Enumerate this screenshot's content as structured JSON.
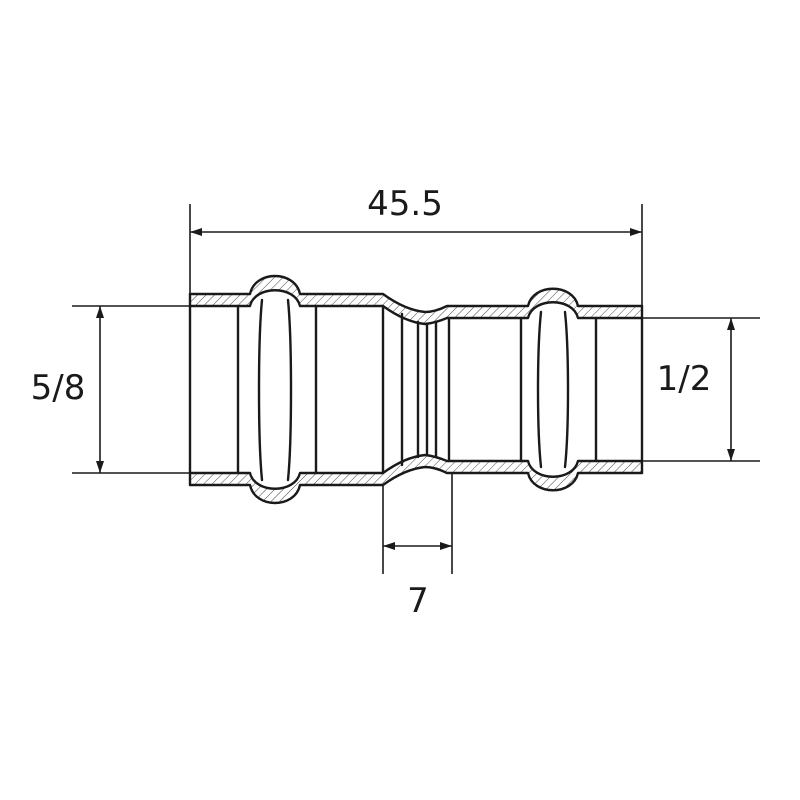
{
  "dimensions": {
    "overall_length": "45.5",
    "large_end_size": "5/8",
    "small_end_size": "1/2",
    "reducer_length": "7"
  },
  "colors": {
    "line": "#1a1a1a",
    "background": "#ffffff"
  }
}
